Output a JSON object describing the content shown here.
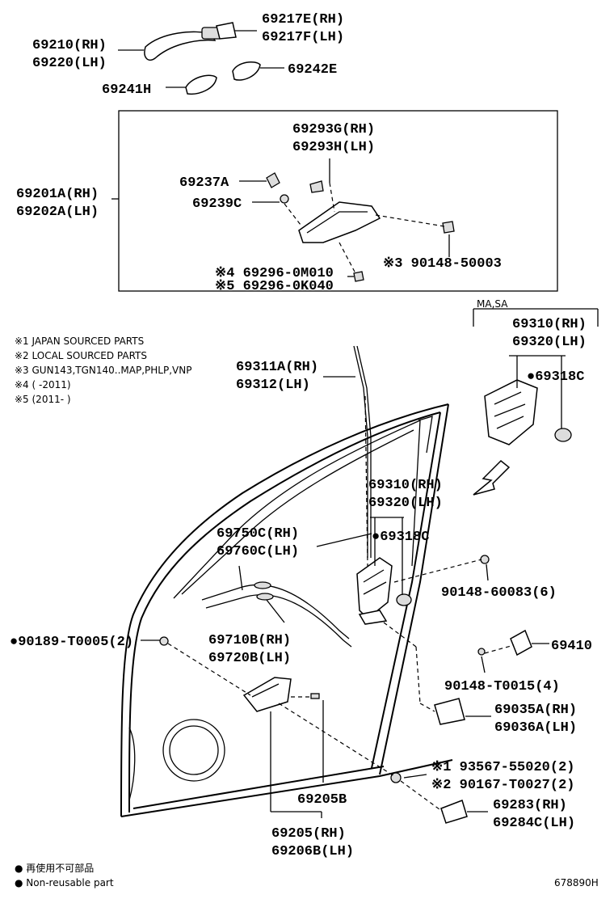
{
  "labels": {
    "p69210": "69210(RH)",
    "p69220": "69220(LH)",
    "p69217E": "69217E(RH)",
    "p69217F": "69217F(LH)",
    "p69241H": "69241H",
    "p69242E": "69242E",
    "p69293G": "69293G(RH)",
    "p69293H": "69293H(LH)",
    "p69201A": "69201A(RH)",
    "p69202A": "69202A(LH)",
    "p69237A": "69237A",
    "p69239C": "69239C",
    "p90148_50003": "※3 90148-50003",
    "p69296_0M010": "※4 69296-0M010",
    "p69296_0K040": "※5 69296-0K040",
    "ma_sa": "MA,SA",
    "p69310_top": "69310(RH)",
    "p69320_top": "69320(LH)",
    "p69318C_top": "●69318C",
    "p69311A": "69311A(RH)",
    "p69312": "69312(LH)",
    "p69310_mid": "69310(RH)",
    "p69320_mid": "69320(LH)",
    "p69318C_mid": "●69318C",
    "p69750C": "69750C(RH)",
    "p69760C": "69760C(LH)",
    "p90148_60083": "90148-60083(6)",
    "p90189": "●90189-T0005(2)",
    "p69710B": "69710B(RH)",
    "p69720B": "69720B(LH)",
    "p69410": "69410",
    "p90148_T0015": "90148-T0015(4)",
    "p69035A": "69035A(RH)",
    "p69036A": "69036A(LH)",
    "p93567": "※1 93567-55020(2)",
    "p90167": "※2 90167-T0027(2)",
    "p69205B": "69205B",
    "p69283": "69283(RH)",
    "p69284C": "69284C(LH)",
    "p69205": "69205(RH)",
    "p69206B": "69206B(LH)"
  },
  "notes": [
    "※1 JAPAN SOURCED PARTS",
    "※2 LOCAL SOURCED PARTS",
    "※3 GUN143,TGN140..MAP,PHLP,VNP",
    "※4 (       -2011)",
    "※5 (2011-       )"
  ],
  "footer": {
    "non_reusable_jp": "● 再使用不可部品",
    "non_reusable_en": "● Non-reusable part",
    "figure_id": "678890H"
  }
}
